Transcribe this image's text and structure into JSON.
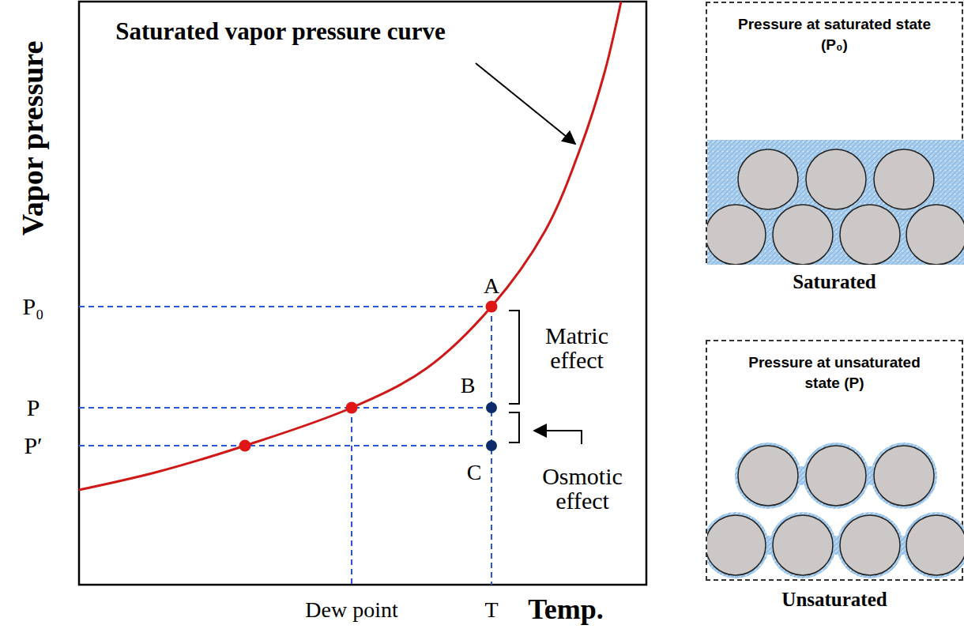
{
  "diagram": {
    "nodes": [
      {
        "text": [
          "Pressure at saturated state (P₀)",
          "Saturated"
        ]
      },
      {
        "text": [
          "Pressure at unsaturated state (P)",
          "Unsaturated"
        ]
      }
    ],
    "labels": [
      "Saturated vapor pressure curve",
      "Vapor pressure",
      "P₀",
      "P",
      "P′",
      "A",
      "B",
      "C",
      "Matric effect",
      "Osmotic effect",
      "Dew point",
      "T",
      "Temp."
    ]
  }
}
